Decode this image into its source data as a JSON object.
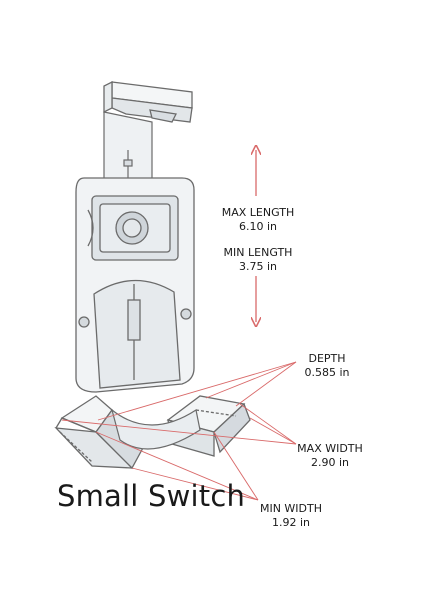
{
  "title": "Small Switch",
  "dimensions": {
    "max_length": {
      "label": "MAX LENGTH",
      "value": "6.10 in"
    },
    "min_length": {
      "label": "MIN LENGTH",
      "value": "3.75 in"
    },
    "depth": {
      "label": "DEPTH",
      "value": "0.585 in"
    },
    "max_width": {
      "label": "MAX WIDTH",
      "value": "2.90 in"
    },
    "min_width": {
      "label": "MIN WIDTH",
      "value": "1.92 in"
    }
  },
  "colors": {
    "annotation": "#d96a6a",
    "outline": "#6b6b6b",
    "plastic": "#eef1f3",
    "plastic_dark": "#d9dee2"
  }
}
